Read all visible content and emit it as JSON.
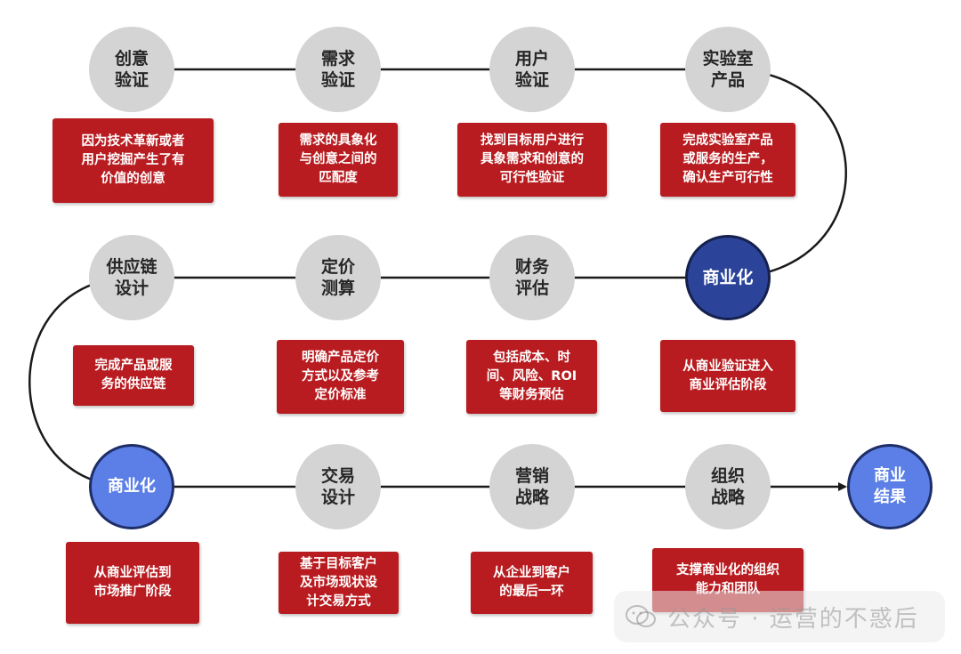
{
  "row1": {
    "nodes": [
      {
        "lines": [
          "创意",
          "验证"
        ]
      },
      {
        "lines": [
          "需求",
          "验证"
        ]
      },
      {
        "lines": [
          "用户",
          "验证"
        ]
      },
      {
        "lines": [
          "实验室",
          "产品"
        ]
      }
    ],
    "boxes": [
      {
        "lines": [
          "因为技术革新或者",
          "用户挖掘产生了有",
          "价值的创意"
        ]
      },
      {
        "lines": [
          "需求的具象化",
          "与创意之间的",
          "匹配度"
        ]
      },
      {
        "lines": [
          "找到目标用户进行",
          "具象需求和创意的",
          "可行性验证"
        ]
      },
      {
        "lines": [
          "完成实验室产品",
          "或服务的生产，",
          "确认生产可行性"
        ]
      }
    ]
  },
  "row2": {
    "nodes": [
      {
        "lines": [
          "供应链",
          "设计"
        ]
      },
      {
        "lines": [
          "定价",
          "测算"
        ]
      },
      {
        "lines": [
          "财务",
          "评估"
        ]
      },
      {
        "lines": [
          "商业化"
        ]
      }
    ],
    "boxes": [
      {
        "lines": [
          "完成产品或服",
          "务的供应链"
        ]
      },
      {
        "lines": [
          "明确产品定价",
          "方式以及参考",
          "定价标准"
        ]
      },
      {
        "lines": [
          "包括成本、时",
          "间、风险、ROI",
          "等财务预估"
        ]
      },
      {
        "lines": [
          "从商业验证进入",
          "商业评估阶段"
        ]
      }
    ]
  },
  "row3": {
    "nodes": [
      {
        "lines": [
          "商业化"
        ]
      },
      {
        "lines": [
          "交易",
          "设计"
        ]
      },
      {
        "lines": [
          "营销",
          "战略"
        ]
      },
      {
        "lines": [
          "组织",
          "战略"
        ]
      },
      {
        "lines": [
          "商业",
          "结果"
        ]
      }
    ],
    "boxes": [
      {
        "lines": [
          "从商业评估到",
          "市场推广阶段"
        ]
      },
      {
        "lines": [
          "基于目标客户",
          "及市场现状设",
          "计交易方式"
        ]
      },
      {
        "lines": [
          "从企业到客户",
          "的最后一环"
        ]
      },
      {
        "lines": [
          "支撑商业化的组织",
          "能力和团队"
        ]
      }
    ]
  },
  "watermark": {
    "text": "公众号 · 运营的不惑后"
  },
  "colors": {
    "node_grey": "#d4d4d4",
    "node_dark_blue": "#2b4499",
    "node_blue": "#5b7fe6",
    "box_red": "#b81c20",
    "line": "#1a1a1a"
  }
}
